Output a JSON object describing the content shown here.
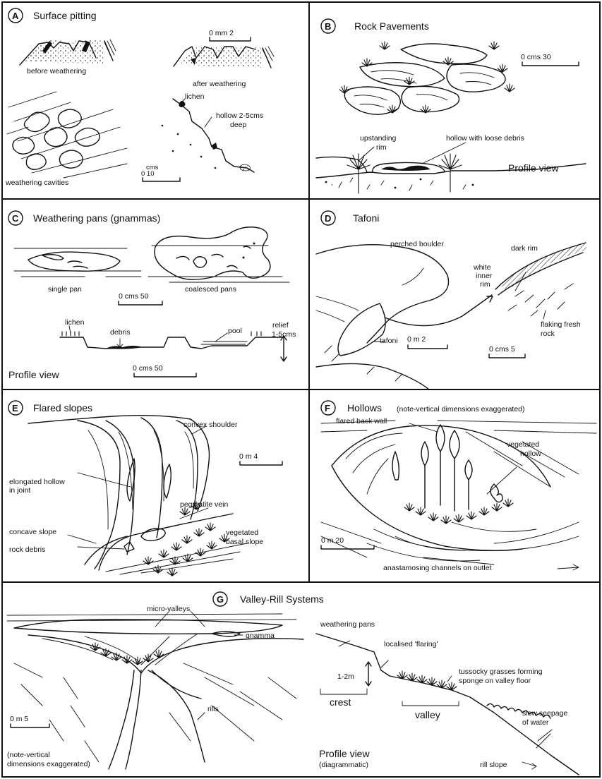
{
  "panels": {
    "A": {
      "letter": "A",
      "title": "Surface pitting",
      "scale_top": "0   mm   2",
      "before": "before weathering",
      "after": "after weathering",
      "cavities": "weathering cavities",
      "scale_unit": "cms",
      "scale_val": "0       10",
      "lichen": "lichen",
      "hollow1": "hollow 2-5cms",
      "hollow2": "deep"
    },
    "B": {
      "letter": "B",
      "title": "Rock Pavements",
      "scale": "0    cms    30",
      "upstanding1": "upstanding",
      "upstanding2": "rim",
      "hollow_debris": "hollow with loose debris",
      "profile": "Profile view"
    },
    "C": {
      "letter": "C",
      "title": "Weathering pans (gnammas)",
      "single": "single pan",
      "coalesced": "coalesced pans",
      "scale1": "0  cms  50",
      "lichen": "lichen",
      "debris": "debris",
      "pool": "pool",
      "relief1": "relief",
      "relief2": "1-5cms",
      "profile": "Profile view",
      "scale2": "0     cms     50"
    },
    "D": {
      "letter": "D",
      "title": "Tafoni",
      "perched": "perched boulder",
      "dark_rim": "dark rim",
      "white1": "white",
      "white2": "inner",
      "white3": "rim",
      "tafoni": "tafoni",
      "flaking1": "flaking fresh",
      "flaking2": "rock",
      "scale1": "0     m     2",
      "scale2": "0  cms  5"
    },
    "E": {
      "letter": "E",
      "title": "Flared slopes",
      "convex": "convex shoulder",
      "scale": "0     m     4",
      "elongated1": "elongated hollow",
      "elongated2": "in joint",
      "pegmatite": "pegmatite vein",
      "concave": "concave slope",
      "vegetated1": "vegetated",
      "vegetated2": "basal slope",
      "debris": "rock debris"
    },
    "F": {
      "letter": "F",
      "title": "Hollows",
      "note": "(note-vertical dimensions exaggerated)",
      "flared": "flared back wall",
      "vegetated1": "vegetated",
      "vegetated2": "hollow",
      "scale": "0    m    20",
      "anast": "anastamosing channels on outlet"
    },
    "G": {
      "letter": "G",
      "title": "Valley-Rill Systems",
      "microvalleys": "micro-valleys",
      "gnamma": "gnamma",
      "rills": "rills",
      "scale": "0     m     5",
      "note1": "(note-vertical",
      "note2": "dimensions exaggerated)",
      "pans": "weathering pans",
      "flaring": "localised 'flaring'",
      "height": "1-2m",
      "crest": "crest",
      "tussock1": "tussocky grasses forming",
      "tussock2": "sponge on valley floor",
      "valley": "valley",
      "seepage1": "slow seepage",
      "seepage2": "of water",
      "profile": "Profile view",
      "diag": "(diagrammatic)",
      "rill_slope": "rill slope"
    }
  }
}
